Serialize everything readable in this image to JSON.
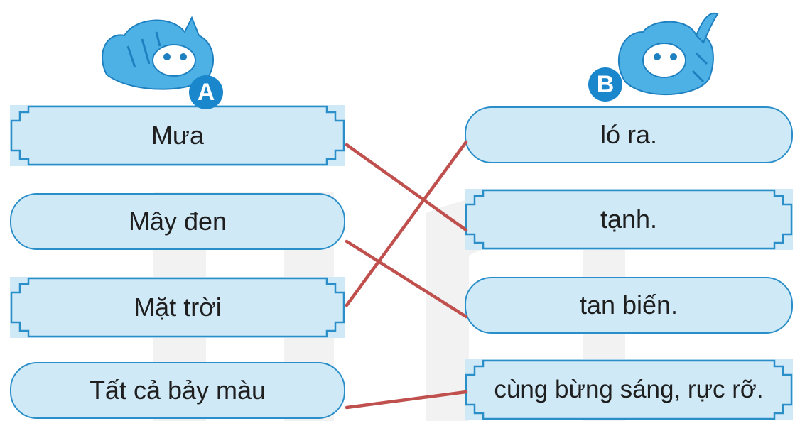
{
  "column_a": {
    "badge": "A",
    "items": [
      {
        "label": "Mưa",
        "shape": "frame"
      },
      {
        "label": "Mây đen",
        "shape": "pill"
      },
      {
        "label": "Mặt trời",
        "shape": "frame"
      },
      {
        "label": "Tất cả bảy màu",
        "shape": "pill"
      }
    ]
  },
  "column_b": {
    "badge": "B",
    "items": [
      {
        "label": "ló ra.",
        "shape": "pill"
      },
      {
        "label": "tạnh.",
        "shape": "frame"
      },
      {
        "label": "tan biến.",
        "shape": "pill"
      },
      {
        "label": "cùng bừng sáng, rực rỡ.",
        "shape": "frame"
      }
    ]
  },
  "matches": [
    {
      "from": "Mưa",
      "to": "tạnh."
    },
    {
      "from": "Mây đen",
      "to": "tan biến."
    },
    {
      "from": "Mặt trời",
      "to": "ló ra."
    },
    {
      "from": "Tất cả bảy màu",
      "to": "cùng bừng sáng, rực rỡ."
    }
  ],
  "colors": {
    "box_fill": "#cfe9f7",
    "box_border": "#2a8ec8",
    "line": "#c0504d",
    "badge": "#1a86cc",
    "cat": "#3aa6e0"
  },
  "icons": [
    "cat-icon-a",
    "cat-icon-b"
  ]
}
